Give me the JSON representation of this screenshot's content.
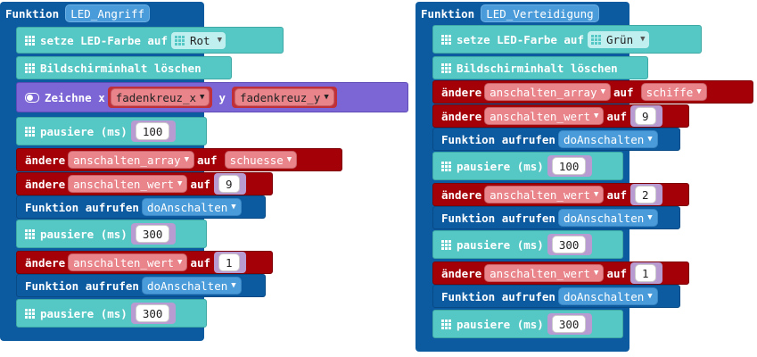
{
  "left": {
    "header_prefix": "Funktion",
    "header_name": "LED_Angriff",
    "set_color": {
      "label": "setze LED-Farbe auf",
      "value": "Rot"
    },
    "clear": "Bildschirminhalt löschen",
    "draw": {
      "label": "Zeichne x",
      "x_var": "fadenkreuz_x",
      "y_label": "y",
      "y_var": "fadenkreuz_y"
    },
    "pause1": {
      "label": "pausiere (ms)",
      "value": "100"
    },
    "change1": {
      "label": "ändere",
      "var": "anschalten_array",
      "mid": "auf",
      "value": "schuesse"
    },
    "change2": {
      "label": "ändere",
      "var": "anschalten_wert",
      "mid": "auf",
      "value": "9"
    },
    "call1": {
      "label": "Funktion aufrufen",
      "fn": "doAnschalten"
    },
    "pause2": {
      "label": "pausiere (ms)",
      "value": "300"
    },
    "change3": {
      "label": "ändere",
      "var": "anschalten_wert",
      "mid": "auf",
      "value": "1"
    },
    "call2": {
      "label": "Funktion aufrufen",
      "fn": "doAnschalten"
    },
    "pause3": {
      "label": "pausiere (ms)",
      "value": "300"
    }
  },
  "right": {
    "header_prefix": "Funktion",
    "header_name": "LED_Verteidigung",
    "set_color": {
      "label": "setze LED-Farbe auf",
      "value": "Grün"
    },
    "clear": "Bildschirminhalt löschen",
    "change1": {
      "label": "ändere",
      "var": "anschalten_array",
      "mid": "auf",
      "value": "schiffe"
    },
    "change2": {
      "label": "ändere",
      "var": "anschalten_wert",
      "mid": "auf",
      "value": "9"
    },
    "call1": {
      "label": "Funktion aufrufen",
      "fn": "doAnschalten"
    },
    "pause1": {
      "label": "pausiere (ms)",
      "value": "100"
    },
    "change3": {
      "label": "ändere",
      "var": "anschalten_wert",
      "mid": "auf",
      "value": "2"
    },
    "call2": {
      "label": "Funktion aufrufen",
      "fn": "doAnschalten"
    },
    "pause2": {
      "label": "pausiere (ms)",
      "value": "300"
    },
    "change4": {
      "label": "ändere",
      "var": "anschalten_wert",
      "mid": "auf",
      "value": "1"
    },
    "call3": {
      "label": "Funktion aufrufen",
      "fn": "doAnschalten"
    },
    "pause3": {
      "label": "pausiere (ms)",
      "value": "300"
    }
  },
  "icons": {
    "grid": "led-grid-icon",
    "toggle": "toggle-icon",
    "dropdown": "dropdown-arrow-icon"
  },
  "colors": {
    "function": "#0c5aa0",
    "basic": "#55c7c4",
    "variables": "#a30008",
    "led": "#7c66d6"
  }
}
